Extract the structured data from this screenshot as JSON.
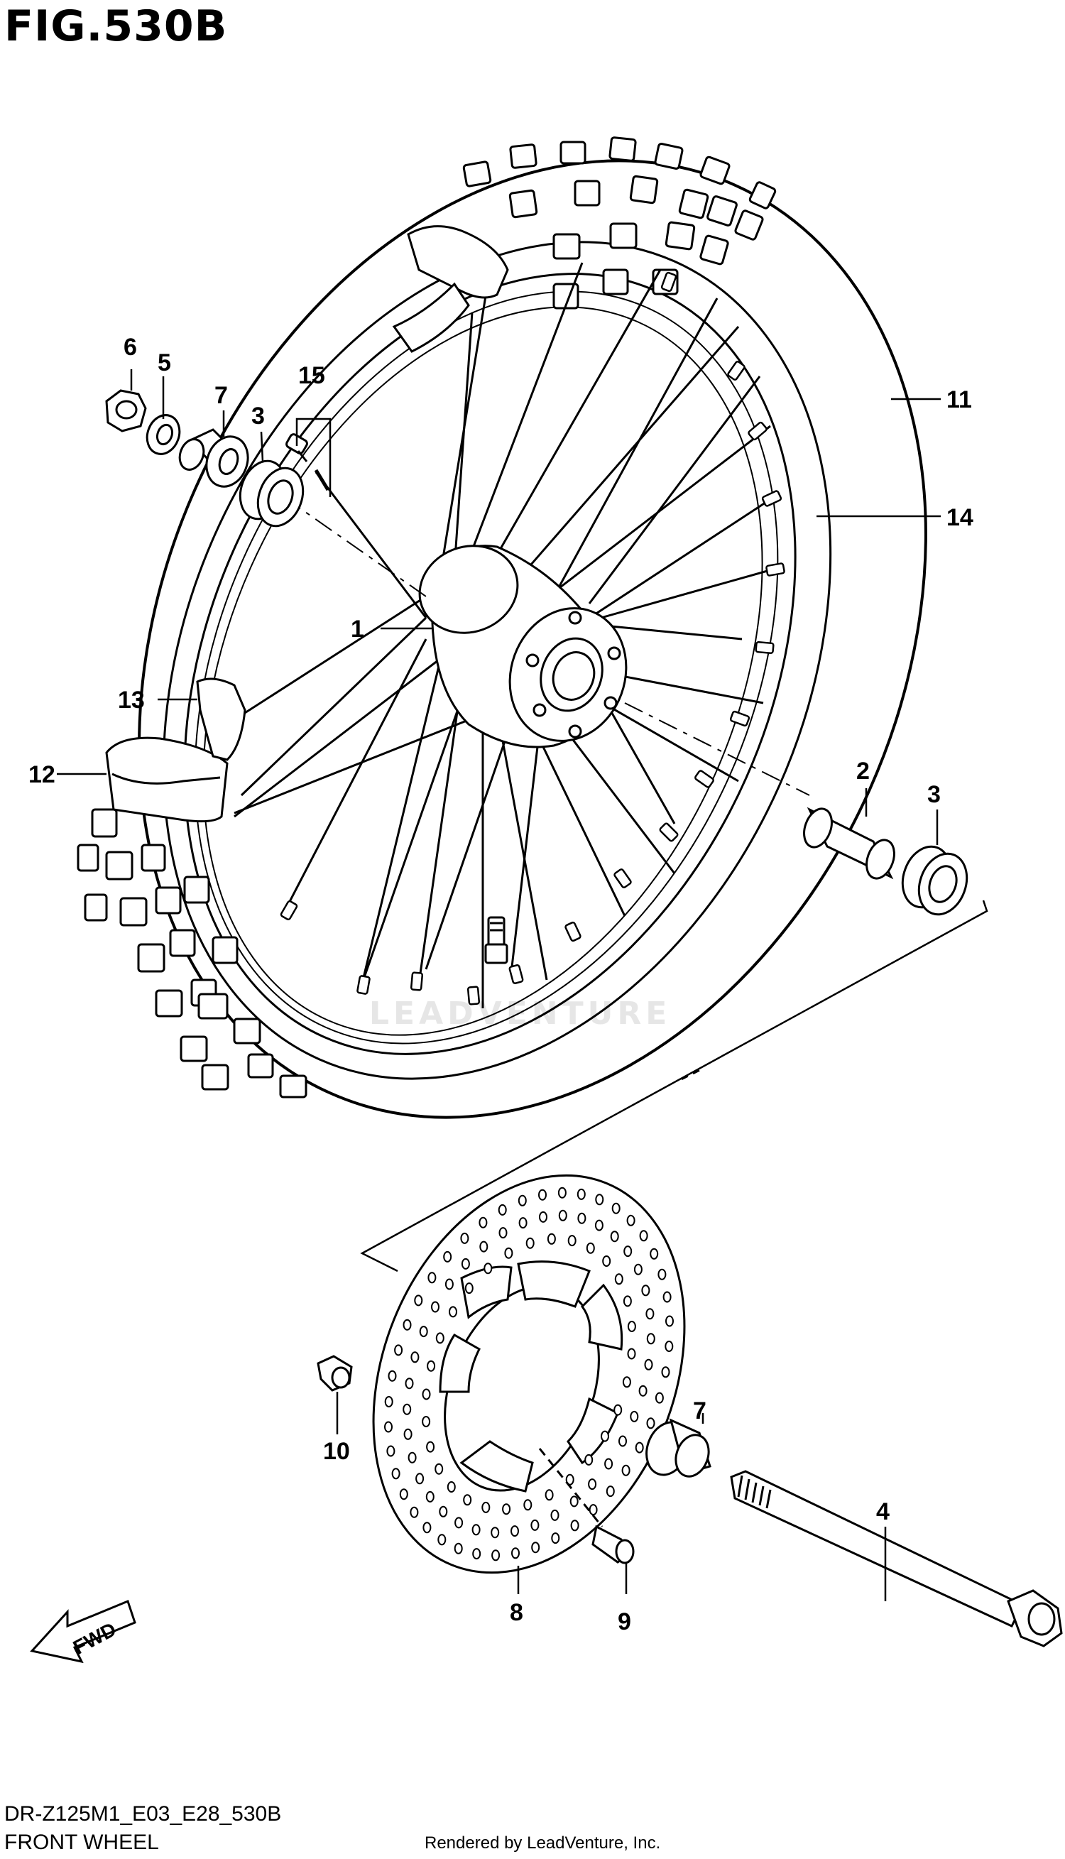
{
  "figure": {
    "title": "FIG.530B",
    "model_code": "DR-Z125M1_E03_E28_530B",
    "section_name": "FRONT WHEEL",
    "render_credit": "Rendered by LeadVenture, Inc.",
    "watermark": "LEADVENTURE",
    "direction_label": "FWD"
  },
  "callouts": [
    {
      "id": "c1",
      "label": "1"
    },
    {
      "id": "c2",
      "label": "2"
    },
    {
      "id": "c3a",
      "label": "3"
    },
    {
      "id": "c3b",
      "label": "3"
    },
    {
      "id": "c4",
      "label": "4"
    },
    {
      "id": "c5",
      "label": "5"
    },
    {
      "id": "c6",
      "label": "6"
    },
    {
      "id": "c7a",
      "label": "7"
    },
    {
      "id": "c7b",
      "label": "7"
    },
    {
      "id": "c8",
      "label": "8"
    },
    {
      "id": "c9",
      "label": "9"
    },
    {
      "id": "c10",
      "label": "10"
    },
    {
      "id": "c11",
      "label": "11"
    },
    {
      "id": "c12",
      "label": "12"
    },
    {
      "id": "c13",
      "label": "13"
    },
    {
      "id": "c14",
      "label": "14"
    },
    {
      "id": "c15",
      "label": "15"
    }
  ]
}
